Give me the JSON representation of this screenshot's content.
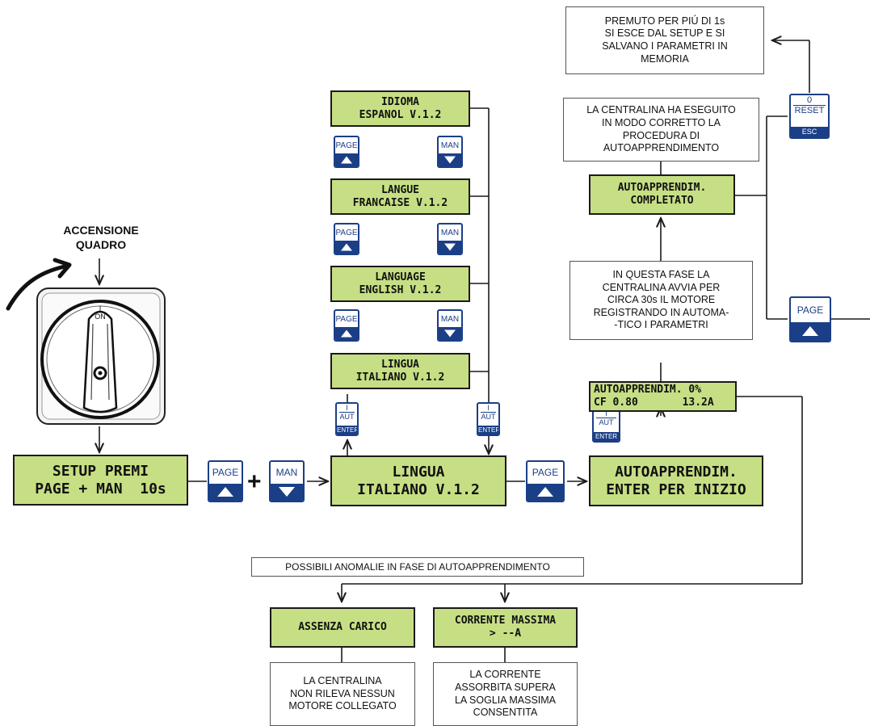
{
  "switch": {
    "label_line1": "ACCENSIONE",
    "label_line2": "QUADRO",
    "dial_top": "I",
    "dial_on": "ON"
  },
  "displays": {
    "setup": {
      "line1": "SETUP PREMI",
      "line2": "PAGE + MAN  10s"
    },
    "lingua_main": {
      "line1": "LINGUA",
      "line2": "ITALIANO V.1.2"
    },
    "autoapp_start": {
      "line1": "AUTOAPPRENDIM.",
      "line2": "ENTER PER INIZIO"
    },
    "idioma": {
      "line1": "IDIOMA",
      "line2": "ESPANOL V.1.2"
    },
    "langue": {
      "line1": "LANGUE",
      "line2": "FRANCAISE V.1.2"
    },
    "language": {
      "line1": "LANGUAGE",
      "line2": "ENGLISH V.1.2"
    },
    "lingua_small": {
      "line1": "LINGUA",
      "line2": "ITALIANO V.1.2"
    },
    "autoapp_progress": {
      "line1": "AUTOAPPRENDIM. 0%",
      "line2": "CF 0.80       13.2A"
    },
    "autoapp_done": {
      "line1": "AUTOAPPRENDIM.",
      "line2": "COMPLETATO"
    },
    "assenza": {
      "line1": "ASSENZA CARICO"
    },
    "corrente": {
      "line1": "CORRENTE MASSIMA",
      "line2": "> --A"
    }
  },
  "notes": {
    "reset_note": [
      "PREMUTO PER PIÚ DI 1s",
      "SI ESCE DAL SETUP E SI",
      "SALVANO I PARAMETRI IN",
      "MEMORIA"
    ],
    "done_note": [
      "LA CENTRALINA HA ESEGUITO",
      "IN MODO CORRETTO LA",
      "PROCEDURA DI",
      "AUTOAPPRENDIMENTO"
    ],
    "phase_note": [
      "IN QUESTA FASE LA",
      "CENTRALINA AVVIA  PER",
      "CIRCA 30s IL MOTORE",
      "REGISTRANDO IN AUTOMA-",
      "-TICO I PARAMETRI"
    ],
    "anomalies_title": "POSSIBILI ANOMALIE IN FASE DI AUTOAPPRENDIMENTO",
    "no_load_note": [
      "LA CENTRALINA",
      "NON RILEVA NESSUN",
      "MOTORE COLLEGATO"
    ],
    "overcurrent_note": [
      "LA CORRENTE",
      "ASSORBITA SUPERA",
      "LA SOGLIA MASSIMA",
      "CONSENTITA"
    ]
  },
  "keys": {
    "page": "PAGE",
    "man": "MAN",
    "enter_top": "I",
    "enter_mid": "AUT",
    "enter_bot": "ENTER",
    "reset_top": "0",
    "reset_mid": "RESET",
    "reset_bot": "ESC",
    "plus": "+"
  },
  "colors": {
    "lcd_bg": "#c6df84",
    "key_blue": "#1b3f86",
    "line": "#1a1a1a"
  }
}
